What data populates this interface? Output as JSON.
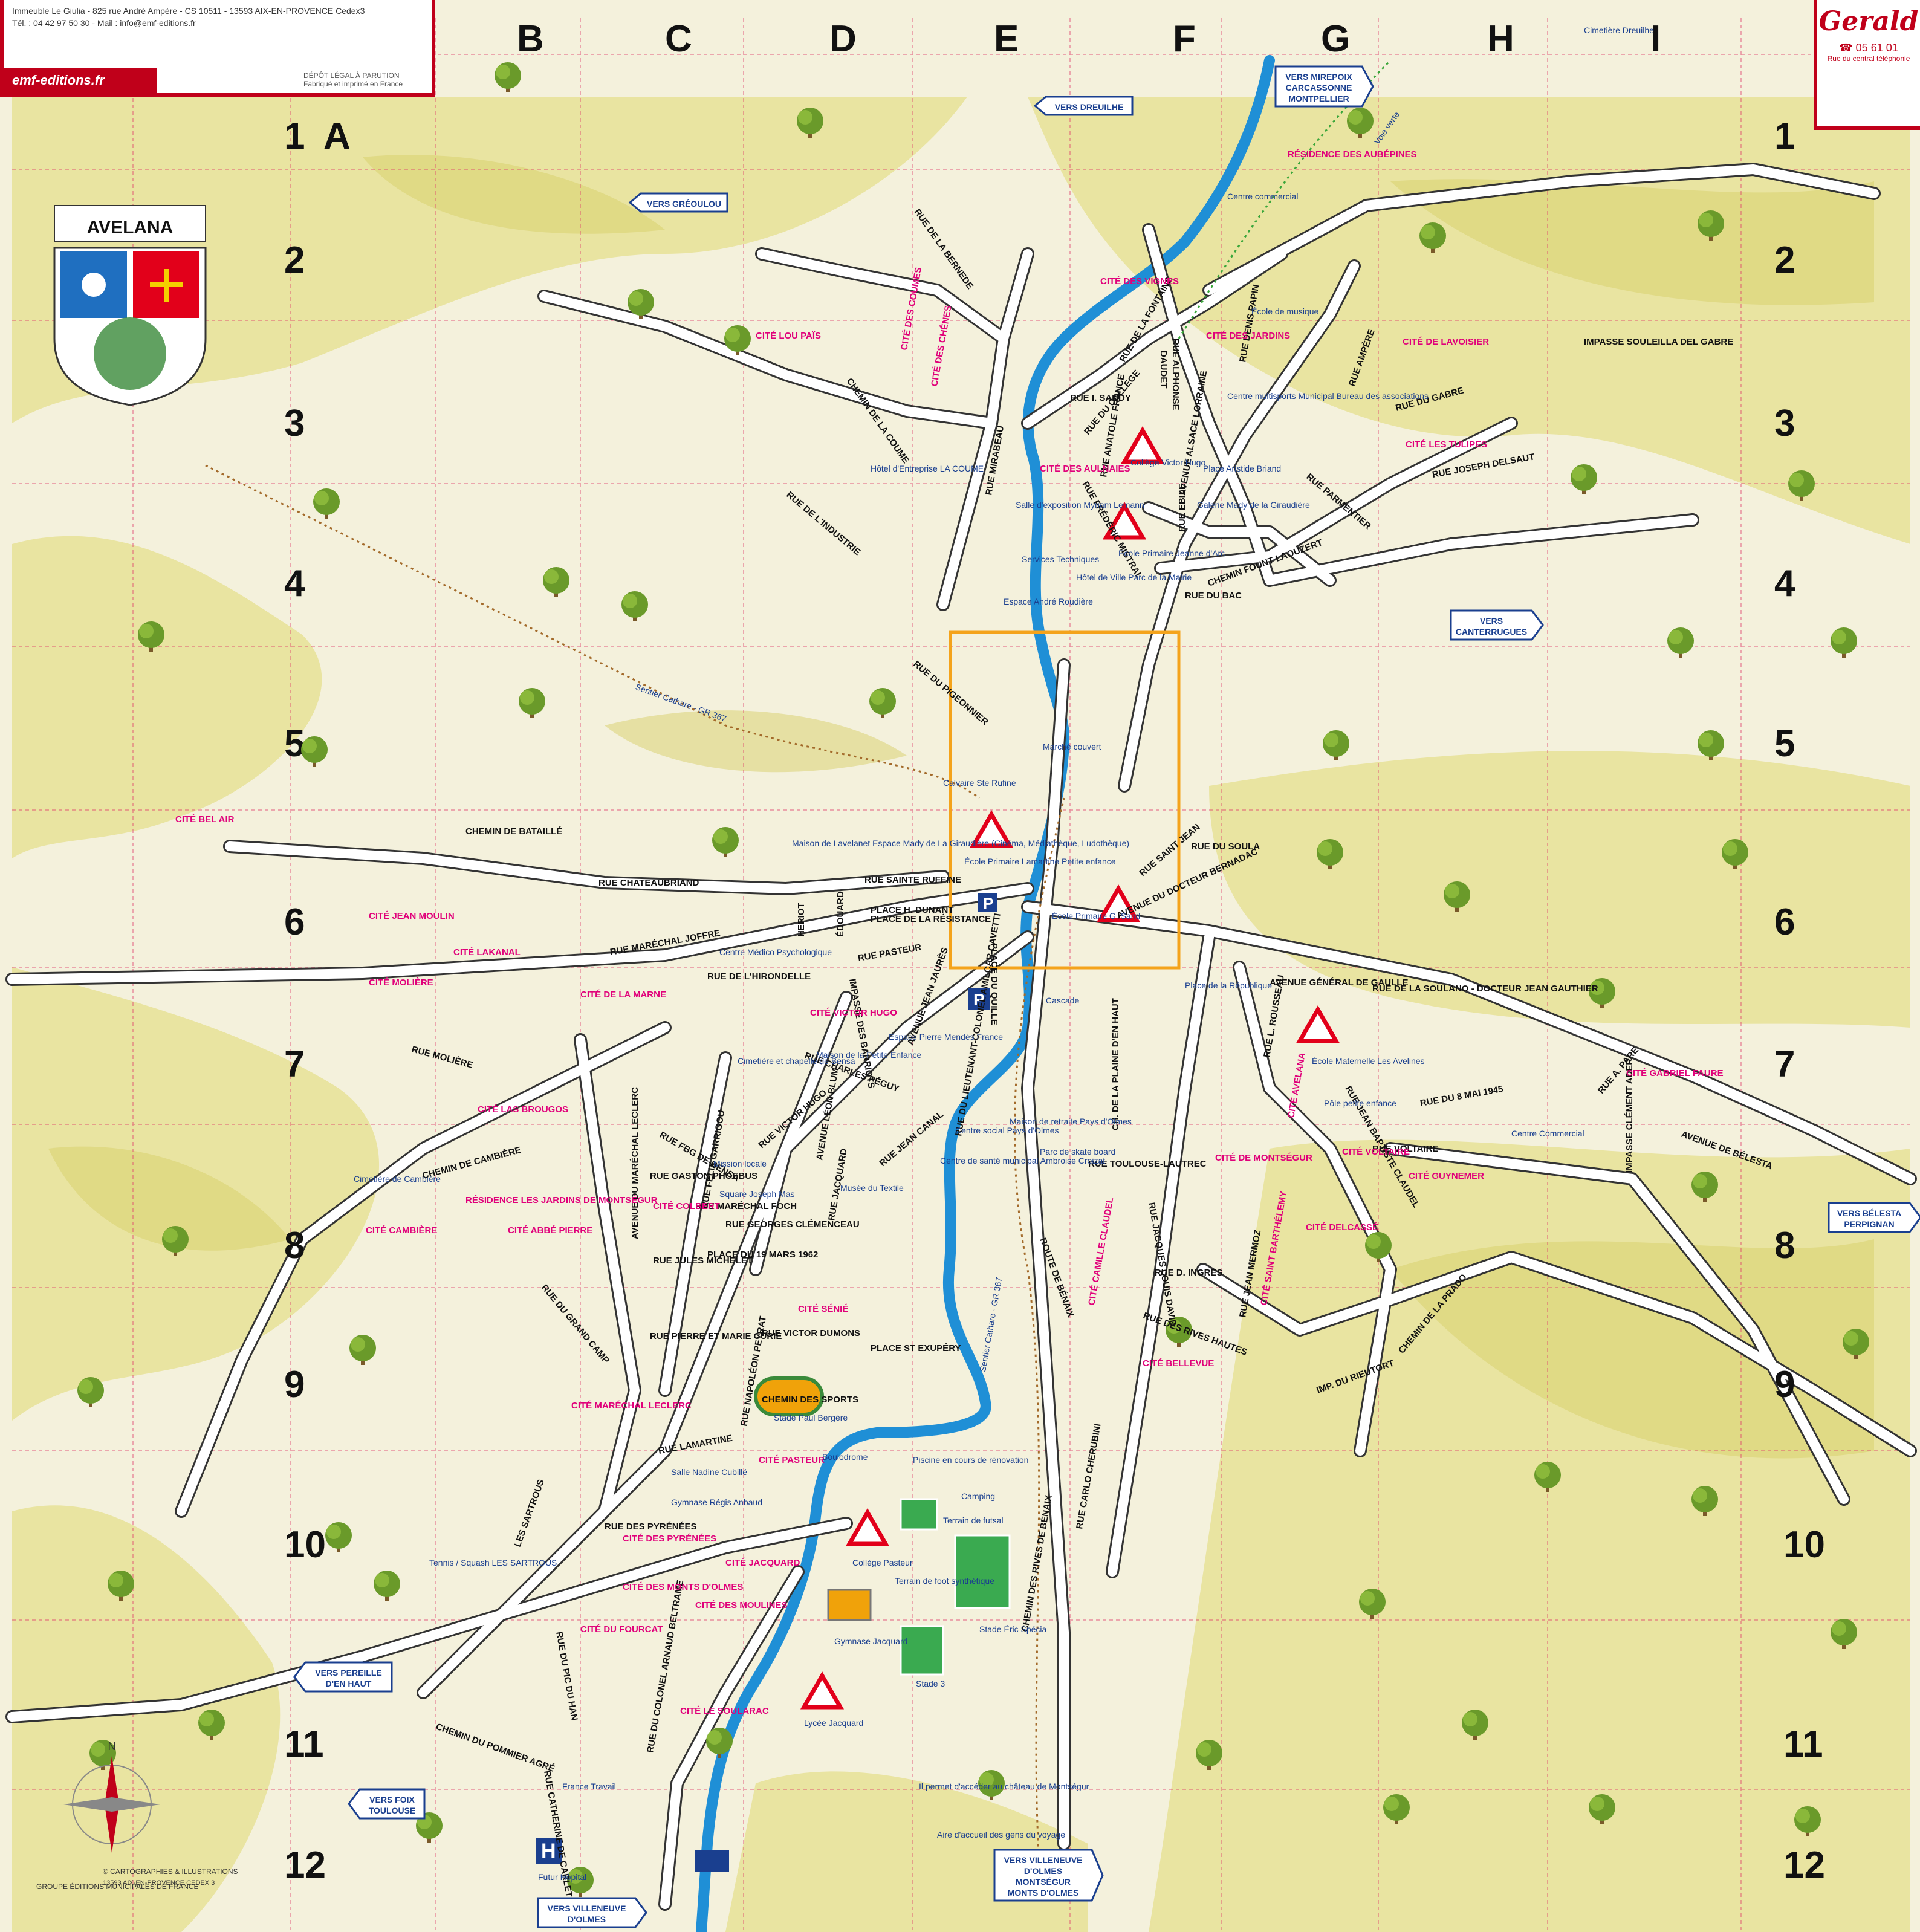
{
  "header": {
    "address_line": "Immeuble Le Giulia - 825 rue André Ampère - CS 10511 - 13593 AIX-EN-PROVENCE Cedex3",
    "contact_line": "Tél. : 04 42 97 50 30 - Mail : info@emf-editions.fr",
    "website": "emf-editions.fr",
    "depot_line": "DÉPÔT LÉGAL À PARUTION",
    "print_line": "Fabriqué et imprimé en France"
  },
  "brand": {
    "name": "Gerald",
    "phone": "☎ 05 61 01",
    "address": "Rue du central  téléphonie"
  },
  "coat_of_arms": {
    "label": "AVELANA"
  },
  "grid": {
    "columns": [
      "B",
      "C",
      "D",
      "E",
      "F",
      "G",
      "H",
      "I"
    ],
    "corner_label": "A",
    "rows": [
      "1",
      "2",
      "3",
      "4",
      "5",
      "6",
      "7",
      "8",
      "9",
      "10",
      "11",
      "12"
    ]
  },
  "direction_signs": [
    {
      "id": "mirepoix",
      "text": [
        "VERS MIREPOIX",
        "CARCASSONNE",
        "MONTPELLIER"
      ]
    },
    {
      "id": "dreuilhe",
      "text": [
        "VERS DREUILHE"
      ]
    },
    {
      "id": "greoulou",
      "text": [
        "VERS GRÉOULOU"
      ]
    },
    {
      "id": "canterrugues",
      "text": [
        "VERS",
        "CANTERRUGUES"
      ]
    },
    {
      "id": "belesta",
      "text": [
        "VERS BÉLESTA",
        "PERPIGNAN"
      ]
    },
    {
      "id": "pereille",
      "text": [
        "VERS PEREILLE",
        "D'EN HAUT"
      ]
    },
    {
      "id": "foix",
      "text": [
        "VERS FOIX",
        "TOULOUSE"
      ]
    },
    {
      "id": "villeneuve-montsegur",
      "text": [
        "VERS VILLENEUVE",
        "D'OLMES",
        "MONTSÉGUR",
        "MONTS D'OLMES"
      ]
    },
    {
      "id": "villeneuve",
      "text": [
        "VERS VILLENEUVE",
        "D'OLMES"
      ]
    }
  ],
  "streets": [
    "RUE DE LA BERNEDE",
    "CHEMIN DE LA COUME",
    "RUE DE L'INDUSTRIE",
    "RUE MIRABEAU",
    "RUE I. SANDY",
    "RUE DU COLLEGE",
    "RUE FRÉDÉRIC MISTRAL",
    "RUE ANATOLE FRANCE",
    "RUE DE LA FONTAINE",
    "DAUDET",
    "RUE ALPHONSE",
    "AVENUE ALSACE LORRAINE",
    "RUE DENIS PAPIN",
    "RUE AMPÈRE",
    "RUE DU GABRE",
    "IMPASSE SOULEILLA DEL GABRE",
    "RUE PARMENTIER",
    "RUE JOSEPH DELSAUT",
    "RUE EBILE",
    "CHEMIN FOUNT LAOUZERT",
    "RUE DU BAC",
    "RUE DU PIGEONNIER",
    "CHEMIN DE BATAILLÉ",
    "RUE CHATEAUBRIAND",
    "RUE SAINTE RUFFINE",
    "RUE MARÉCHAL JOFFRE",
    "RUE DE L'HIRONDELLE",
    "RUE PASTEUR",
    "HERIOT",
    "ÉDOUARD",
    "PLACE H. DUNANT",
    "PLACE DE LA RÉSISTANCE",
    "PLACE DU QUILLE",
    "RUE DU SOULA",
    "RUE SAINT JEAN",
    "AVENUE DU DOCTEUR BERNADAC",
    "AVENUE GÉNÉRAL DE GAULLE",
    "RUE DE LA SOULANO - DOCTEUR JEAN GAUTHIER",
    "RUE MOLIÈRE",
    "RUE FBG DE BENSA",
    "IMPASSE DES BARRIOTS",
    "RUE CHARLES PÉGUY",
    "AVENUE JEAN JAURÈS",
    "RUE DU LIEUTENANT-COLONEL AMILCAR CAVETTI",
    "CH. DE LA PLAINE D'EN HAUT",
    "RUE JEAN BAPTISTE CLAUDEL",
    "RUE DU 8 MAI 1945",
    "RUE A. PARE",
    "AVENUE DE BÉLESTA",
    "IMPASSE CLÉMENT ADER",
    "CHEMIN DE CAMBIÈRE",
    "RUE GASTON PHOEBUS",
    "RUE MARÉCHAL FOCH",
    "RUE VICTOR HUGO",
    "AVENUE LÉON BLUM",
    "RUE JEAN CANAL",
    "RUE JACQUARD",
    "RUE TOULOUSE-LAUTREC",
    "RUE JACQUES LOUIS DAVID",
    "RUE VOLTAIRE",
    "RUE D. INGRES",
    "RUE DES RIVES HAUTES",
    "RUE JEAN MERMOZ",
    "CHEMIN DE LA PRADO",
    "IMP. DU RIEUTORT",
    "RUE DU GRAND CAMP",
    "AVENUE DU MARÉCHAL LECLERC",
    "RUE JULES MICHELET",
    "RUE GEORGES CLÉMENCEAU",
    "PLACE DU 19 MARS 1962",
    "RUE FÉLIX GARRIGOU",
    "RUE PIERRE ET MARIE CURIE",
    "RUE VICTOR DUMONS",
    "PLACE ST EXUPÉRY",
    "CHEMIN DES SPORTS",
    "RUE LAMARTINE",
    "RUE NAPOLÉON PEYRAT",
    "RUE DES PYRÉNÉES",
    "LES SARTROUS",
    "RUE DU PIC DU HAN",
    "RUE CATHERINE DE CARLET",
    "RUE DU COLONEL ARNAUD BELTRAME",
    "CHEMIN DU POMMIER AGRÉ",
    "CHEMIN DES RIVES DE BÉNAIX",
    "RUE CARLO CHERUBINI",
    "ROUTE DE BÉNAIX",
    "RUE L. ROUSSEAU"
  ],
  "cites": [
    "CITÉ LOU PAÏS",
    "CITÉ DES COUMES",
    "CITÉ DES CHÊNES",
    "CITÉ DES VIGNES",
    "CITÉ DES JARDINS",
    "RÉSIDENCE DES AUBÉPINES",
    "CITÉ DE LAVOISIER",
    "CITÉ LES TULIPES",
    "CITÉ DES AULNAIES",
    "CITÉ BEL AIR",
    "CITÉ JEAN MOULIN",
    "CITÉ LAKANAL",
    "CITÉ MOLIÈRE",
    "CITÉ DE LA MARNE",
    "CITÉ VICTOR HUGO",
    "CITÉ LAS BROUGOS",
    "RÉSIDENCE LES JARDINS DE MONTSÉGUR",
    "CITÉ CAMBIÈRE",
    "CITÉ ABBÉ PIERRE",
    "CITÉ COLBERT",
    "CITÉ SÉNIÉ",
    "CITÉ MARÉCHAL LECLERC",
    "CITÉ PASTEUR",
    "CITÉ DES PYRÉNÉES",
    "CITÉ JACQUARD",
    "CITÉ DES MONTS D'OLMES",
    "CITÉ DES MOULINES",
    "CITÉ DU FOURCAT",
    "CITÉ LE SOULARAC",
    "CITÉ AVELANA",
    "CITÉ DE MONTSÉGUR",
    "CITÉ VOLTAIRE",
    "CITÉ GUYNEMER",
    "CITÉ DELCASSÉ",
    "CITÉ SAINT BARTHÉLEMY",
    "CITÉ CAMILLE CLAUDEL",
    "CITÉ BELLEVUE",
    "CITÉ GABRIEL FAURE"
  ],
  "points_of_interest": [
    "Centre commercial",
    "École de musique",
    "Centre multisports Municipal Bureau des associations",
    "Hôtel d'Entreprise LA COUME",
    "Collège Victor Hugo",
    "Place Aristide Briand",
    "Galerie Mady de la Giraudière",
    "Salle d'exposition Myriam Lemann",
    "École Primaire Jeanne d'Arc",
    "Services Techniques",
    "Hôtel de Ville Parc de la Mairie",
    "Espace André Roudière",
    "Marché couvert",
    "Calvaire Ste Rufine",
    "Maison de Lavelanet Espace Mady de La Giraudière (Cinéma, Médiathèque, Ludothèque)",
    "École Primaire Lamartine Petite enfance",
    "École Primaire G. Sand",
    "Place de la République",
    "Centre Médico Psychologique",
    "Cimetière et chapelle de Bensa",
    "Maison de la Petite Enfance",
    "Espace Pierre Mendès France",
    "Cascade",
    "Centre social Pays d'Olmes",
    "Maison de retraite Pays d'Olmes",
    "Centre de santé municipal Ambroise Croizat",
    "Parc de skate board",
    "École Maternelle Les Avelines",
    "Pôle petite enfance",
    "Centre Commercial",
    "Cimetière de Cambière",
    "Mission locale",
    "Square Joseph Mas",
    "Musée du Textile",
    "Stade Paul Bergère",
    "Boulodrome",
    "Piscine en cours de rénovation",
    "Camping",
    "Terrain de futsal",
    "Salle Nadine Cubillé",
    "Gymnase Régis Anbaud",
    "Collège Pasteur",
    "Terrain de foot synthétique",
    "Stade Éric Spécia",
    "Gymnase Jacquard",
    "Stade 3",
    "Lycée Jacquard",
    "Tennis / Squash LES SARTROUS",
    "France Travail",
    "Futur Hôpital",
    "Aire d'accueil des gens du voyage",
    "Cimetière Dreuilhe",
    "Il permet d'accéder au château de Montségur"
  ],
  "trails": [
    "Sentier Cathare - GR 367",
    "Voie verte"
  ],
  "footer": {
    "publisher": "GROUPE ÉDITIONS MUNICIPALES DE FRANCE",
    "copyright": "© CARTOGRAPHIES & ILLUSTRATIONS",
    "address": "13593 AIX-EN-PROVENCE CEDEX 3"
  },
  "colors": {
    "river": "#1f8fd6",
    "hills": "#e8e29a",
    "hills_dark": "#d8d06a",
    "road": "#ffffff",
    "grid_line": "#e03a6a",
    "cite_text": "#e0007a",
    "brand_red": "#c0001a",
    "highlight": "#f4a31b"
  }
}
